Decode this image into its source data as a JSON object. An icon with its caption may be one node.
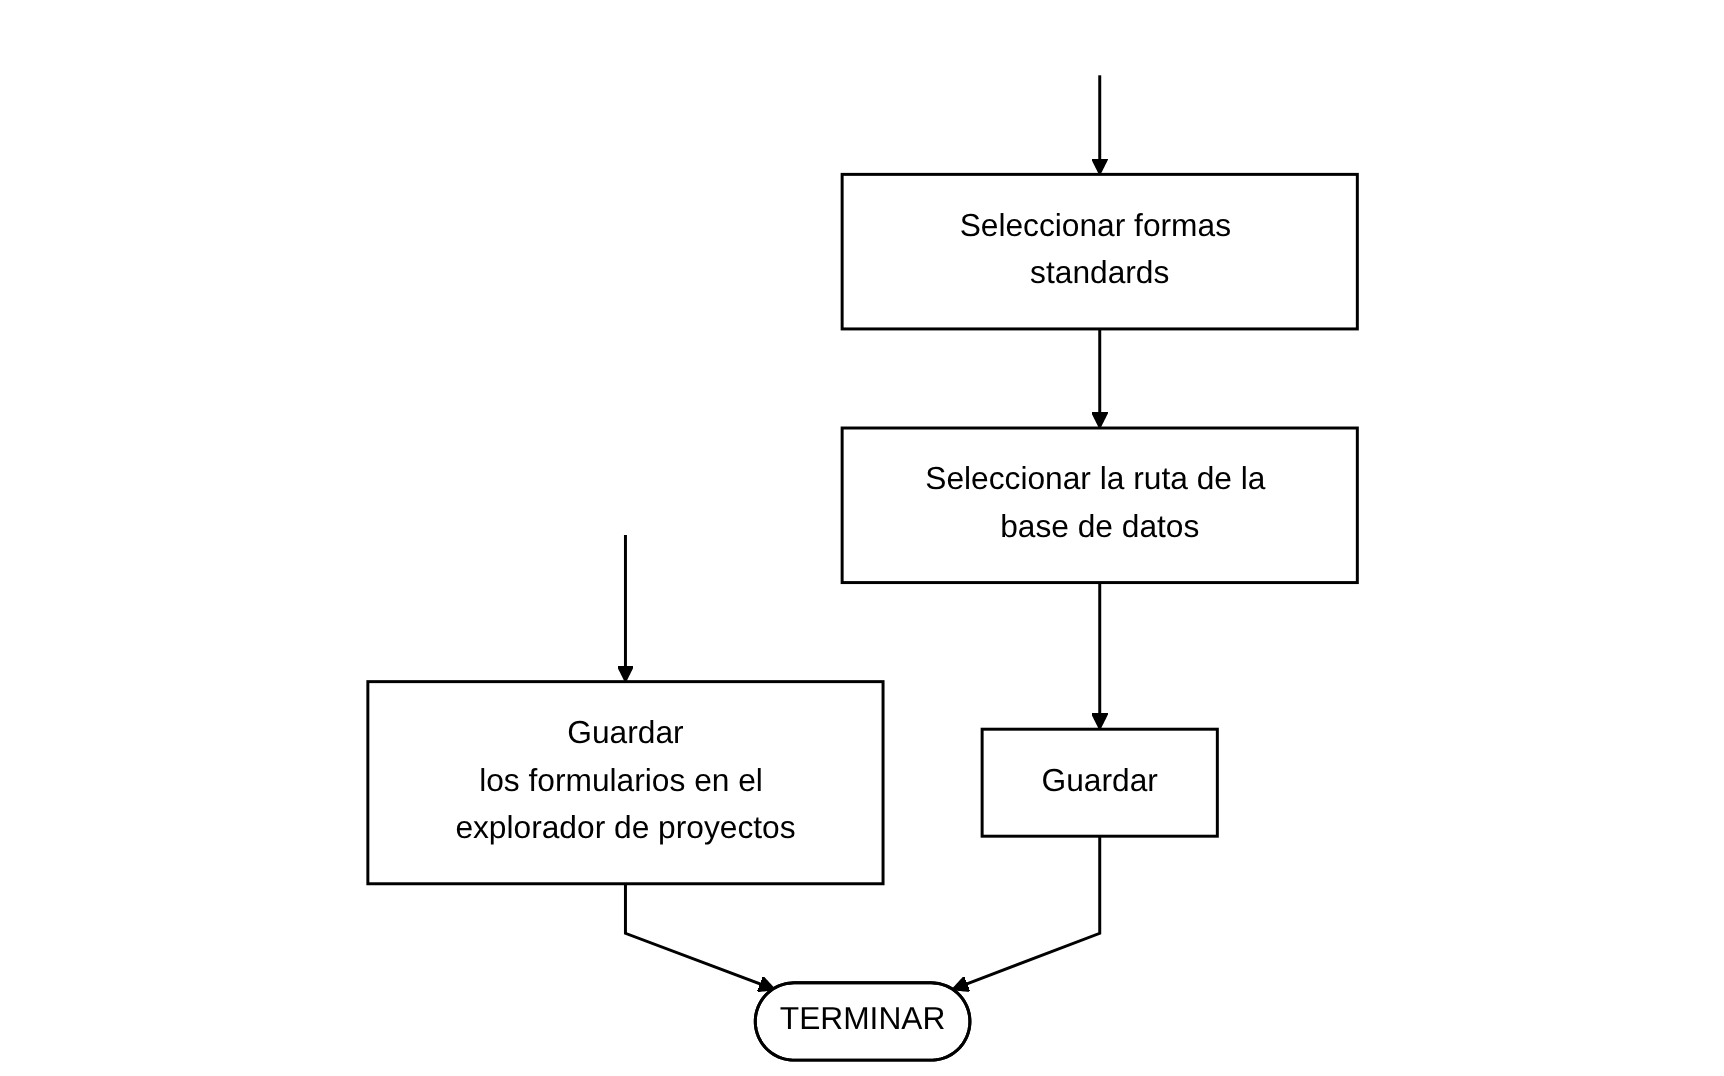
{
  "diagram": {
    "nodes": [
      {
        "text": [
          "Guardar",
          "los formularios en el explorador de proyectos"
        ]
      },
      {
        "text": [
          "Seleccionar formas standards"
        ]
      },
      {
        "text": [
          "Seleccionar la ruta de la base de datos"
        ]
      },
      {
        "text": [
          "Guardar"
        ]
      },
      {
        "text": [
          "TERMINAR"
        ]
      }
    ],
    "edges": [
      {
        "from": null,
        "to": 0,
        "arrow": "to"
      },
      {
        "from": null,
        "to": 1,
        "arrow": "to"
      },
      {
        "from": 1,
        "to": 2,
        "arrow": "to"
      },
      {
        "from": 2,
        "to": 3,
        "arrow": "to"
      },
      {
        "from": 0,
        "to": 4,
        "arrow": "to"
      },
      {
        "from": 3,
        "to": 4,
        "arrow": "to"
      }
    ]
  }
}
